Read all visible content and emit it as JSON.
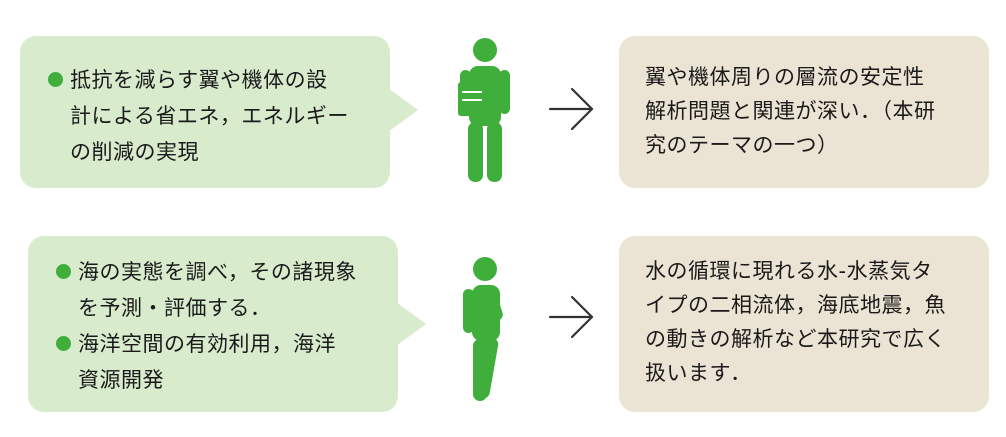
{
  "colors": {
    "bubble_green": "#d8ebcd",
    "result_beige": "#ebe3d3",
    "figure_green": "#3fae3a",
    "bullet_green": "#3fae3a",
    "arrow": "#333333"
  },
  "rows": [
    {
      "bullets": [
        {
          "lines": [
            "抵抗を減らす翼や機体の設",
            "計による省エネ，エネルギー",
            "の削減の実現"
          ]
        }
      ],
      "result": {
        "lines": [
          "翼や機体周りの層流の安定性",
          "解析問題と関連が深い．（本研",
          "究のテーマの一つ）"
        ]
      }
    },
    {
      "bullets": [
        {
          "lines": [
            "海の実態を調べ，その諸現象",
            "を予測・評価する．"
          ]
        },
        {
          "lines": [
            "海洋空間の有効利用，海洋",
            "資源開発"
          ]
        }
      ],
      "result": {
        "lines": [
          "水の循環に現れる水-水蒸気タ",
          "イプの二相流体，海底地震，魚",
          "の動きの解析など本研究で広く",
          "扱います．"
        ]
      }
    }
  ]
}
